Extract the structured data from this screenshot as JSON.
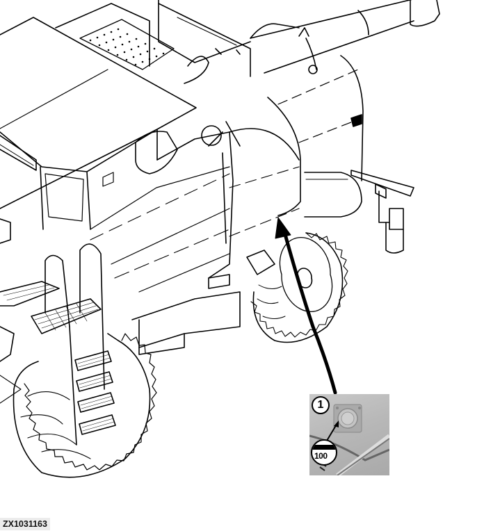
{
  "figure": {
    "description": "Combine harvester line drawing with arrow pointing to component location; inset photo shows detail",
    "inset": {
      "callout_number": "1",
      "service_interval_badge": "100",
      "service_interval_icon": "hour-meter-icon"
    },
    "figure_id": "ZX1031163"
  },
  "colors": {
    "line": "#000000",
    "background": "#ffffff",
    "inset_gray": "#b8b8b8",
    "label_bg": "#ececec"
  }
}
